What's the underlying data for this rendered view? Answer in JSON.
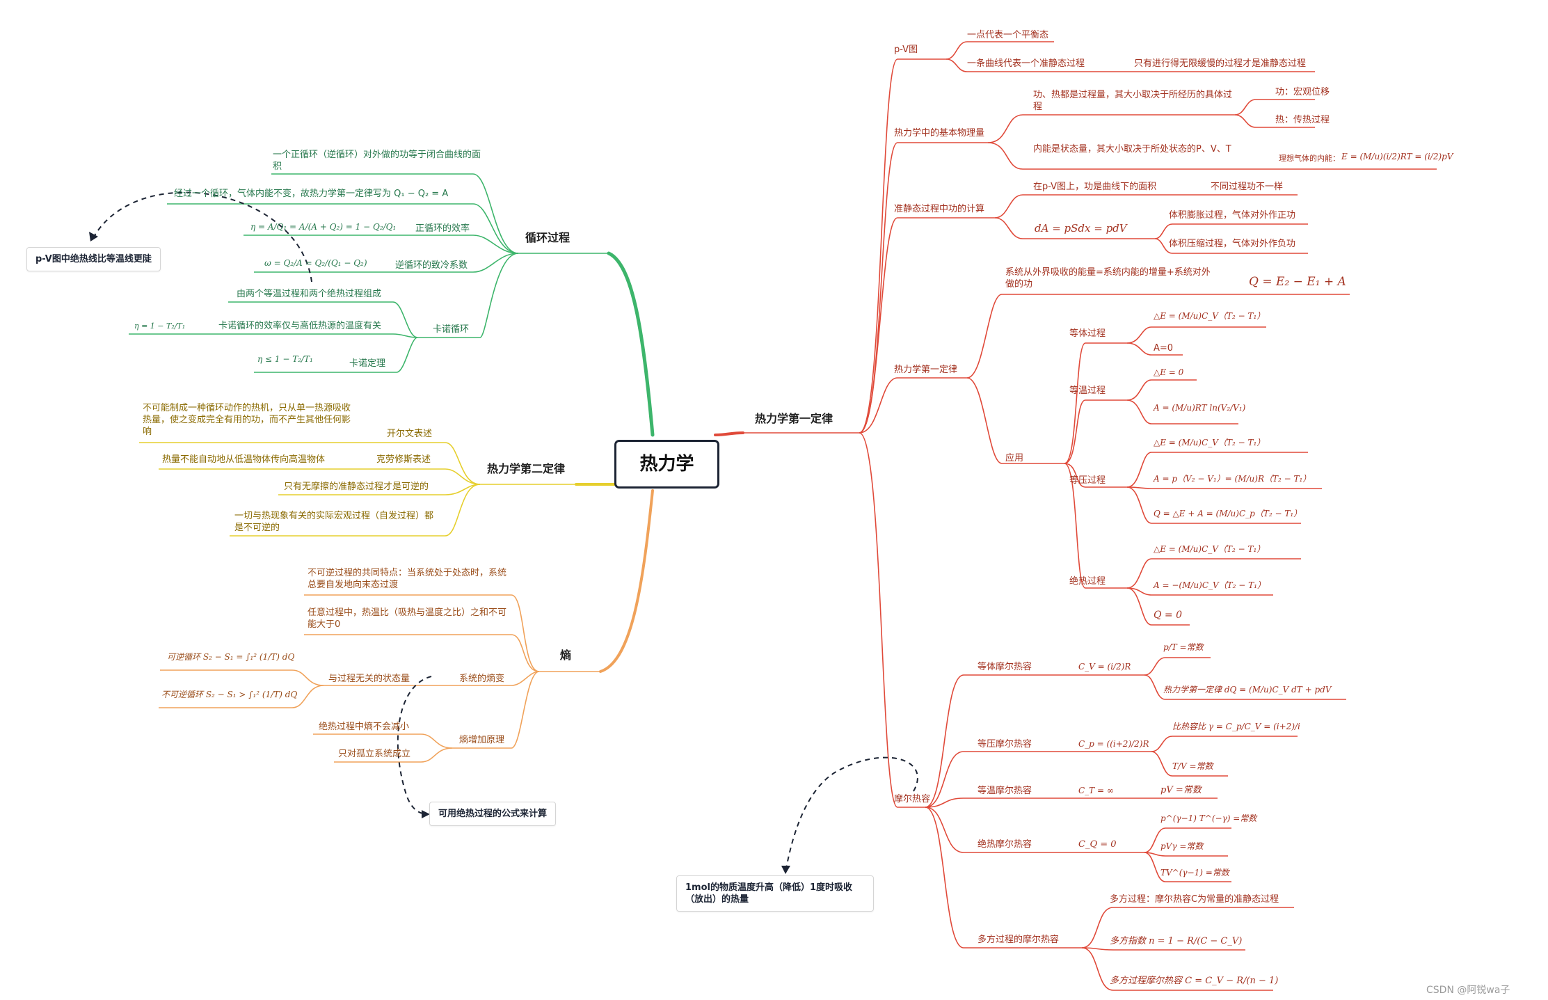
{
  "root": {
    "title": "热力学"
  },
  "watermark": "CSDN @阿锐wa子",
  "colors": {
    "cycle": "#3db56b",
    "second_law": "#e6cf2e",
    "entropy": "#f0a25a",
    "first_law": "#e04a3a",
    "note_edge": "#1c2434"
  },
  "cycle": {
    "title": "循环过程",
    "area": "一个正循环（逆循环）对外做的功等于闭合曲线的面积",
    "first_law": "经过一个循环，气体内能不变，故热力学第一定律写为 Q₁ − Q₂ = A",
    "eff_formula": "η = A/Q₁ = A/(A + Q₂) = 1 − Q₂/Q₁",
    "eff_label": "正循环的效率",
    "cop_formula": "ω = Q₂/A = Q₂/(Q₁ − Q₂)",
    "cop_label": "逆循环的致冷系数",
    "carnot": {
      "title": "卡诺循环",
      "composition": "由两个等温过程和两个绝热过程组成",
      "efficiency": "卡诺循环的效率仅与高低热源的温度有关",
      "eta": "η = 1 − T₂/T₁",
      "theorem": "卡诺定理",
      "theorem_formula": "η ≤ 1 − T₂/T₁"
    },
    "note": "p-V图中绝热线比等温线更陡"
  },
  "second_law": {
    "title": "热力学第二定律",
    "kelvin_text": "不可能制成一种循环动作的热机，只从单一热源吸收热量，使之变成完全有用的功，而不产生其他任何影响",
    "kelvin": "开尔文表述",
    "clausius_text": "热量不能自动地从低温物体传向高温物体",
    "clausius": "克劳修斯表述",
    "reversible": "只有无摩擦的准静态过程才是可逆的",
    "irreversible": "一切与热现象有关的实际宏观过程（自发过程）都是不可逆的"
  },
  "entropy": {
    "title": "熵",
    "irr_common": "不可逆过程的共同特点：当系统处于处态时，系统总要自发地向末态过渡",
    "ratio": "任意过程中，热温比（吸热与温度之比）之和不可能大于0",
    "change": "系统的熵变",
    "state": "与过程无关的状态量",
    "rev": "可逆循环 S₂ − S₁ = ∫₁² (1/T) dQ",
    "irr": "不可逆循环 S₂ − S₁ > ∫₁² (1/T) dQ",
    "increase": "熵增加原理",
    "adiabatic": "绝热过程中熵不会减小",
    "isolated": "只对孤立系统成立",
    "note": "可用绝热过程的公式来计算"
  },
  "first_law": {
    "title": "热力学第一定律",
    "pv": {
      "title": "p-V图",
      "point": "一点代表一个平衡态",
      "curve": "一条曲线代表一个准静态过程",
      "curve_note": "只有进行得无限缓慢的过程才是准静态过程"
    },
    "basic": {
      "title": "热力学中的基本物理量",
      "process": "功、热都是过程量，其大小取决于所经历的具体过程",
      "work": "功：宏观位移",
      "heat": "热：传热过程",
      "state": "内能是状态量，其大小取决于所处状态的P、V、T",
      "ideal": "理想气体的内能：",
      "ideal_formula": "E = (M/u)(i/2)RT = (i/2)pV"
    },
    "quasi": {
      "title": "准静态过程中功的计算",
      "area": "在p-V图上，功是曲线下的面积",
      "diff": "不同过程功不一样",
      "formula": "dA = pSdx = pdV",
      "expand": "体积膨胀过程，气体对外作正功",
      "compress": "体积压缩过程，气体对外作负功"
    },
    "law": {
      "title": "热力学第一定律",
      "statement": "系统从外界吸收的能量=系统内能的增量+系统对外做的功",
      "formula": "Q = E₂ − E₁ + A",
      "apply": "应用",
      "isochoric": "等体过程",
      "ic1": "△E = (M/u)C_V（T₂ − T₁）",
      "ic2": "A=0",
      "isothermal": "等温过程",
      "it1": "△E = 0",
      "it2": "A = (M/u)RT ln(V₂/V₁)",
      "isobaric": "等压过程",
      "ib1": "△E = (M/u)C_V（T₂ − T₁）",
      "ib2": "A = p（V₂ − V₁）= (M/u)R（T₂ − T₁）",
      "ib3": "Q = △E + A = (M/u)C_p（T₂ − T₁）",
      "adiabatic": "绝热过程",
      "ad1": "△E = (M/u)C_V（T₂ − T₁）",
      "ad2": "A = −(M/u)C_V（T₂ − T₁）",
      "ad3": "Q = 0"
    },
    "molar": {
      "title": "摩尔热容",
      "cv": "等体摩尔热容",
      "cv_f": "C_V = (i/2)R",
      "cv1": "p/T =常数",
      "cv2": "热力学第一定律 dQ = (M/u)C_V dT + pdV",
      "cp": "等压摩尔热容",
      "cp_f": "C_p = ((i+2)/2)R",
      "cp1": "比热容比 γ = C_p/C_V = (i+2)/i",
      "cp2": "T/V =常数",
      "ct": "等温摩尔热容",
      "ct_f": "C_T = ∞",
      "ct1": "pV =常数",
      "cq": "绝热摩尔热容",
      "cq_f": "C_Q = 0",
      "cq1": "p^(γ−1) T^(−γ) =常数",
      "cq2": "pVγ =常数",
      "cq3": "TV^(γ−1) =常数",
      "poly": "多方过程的摩尔热容",
      "poly1": "多方过程：摩尔热容C为常量的准静态过程",
      "poly2": "多方指数 n = 1 − R/(C − C_V)",
      "poly3": "多方过程摩尔热容 C = C_V − R/(n − 1)",
      "note": "1mol的物质温度升高（降低）1度时吸收（放出）的热量"
    }
  }
}
